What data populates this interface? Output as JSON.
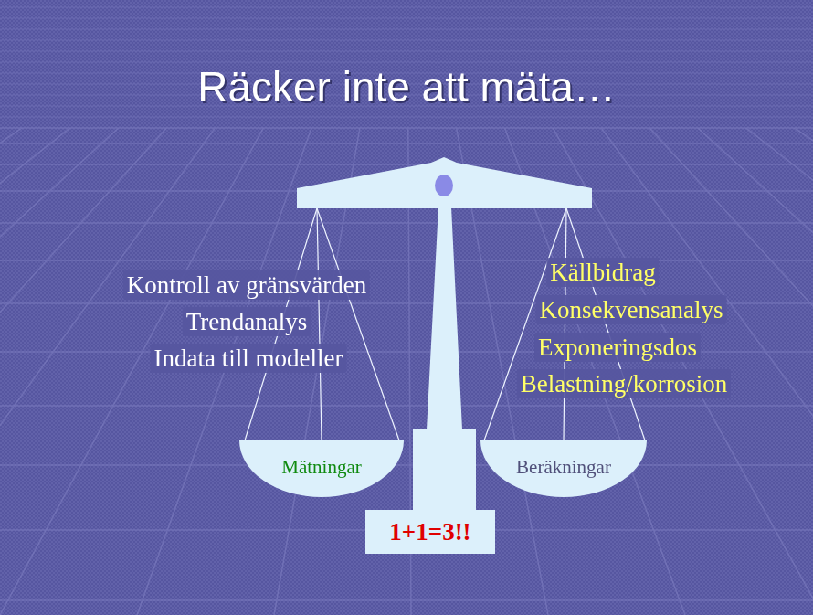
{
  "diagram": {
    "title": "Räcker inte att mäta…",
    "nodes": [
      {
        "text": [
          "Mätningar"
        ]
      },
      {
        "text": [
          "Beräkningar"
        ]
      },
      {
        "text": [
          "1+1=3!!"
        ]
      }
    ],
    "labels": [
      "Kontroll av gränsvärden",
      "Trendanalys",
      "Indata till modeller",
      "Källbidrag",
      "Konsekvensanalys",
      "Exponeringsdos",
      "Belastning/korrosion"
    ]
  }
}
